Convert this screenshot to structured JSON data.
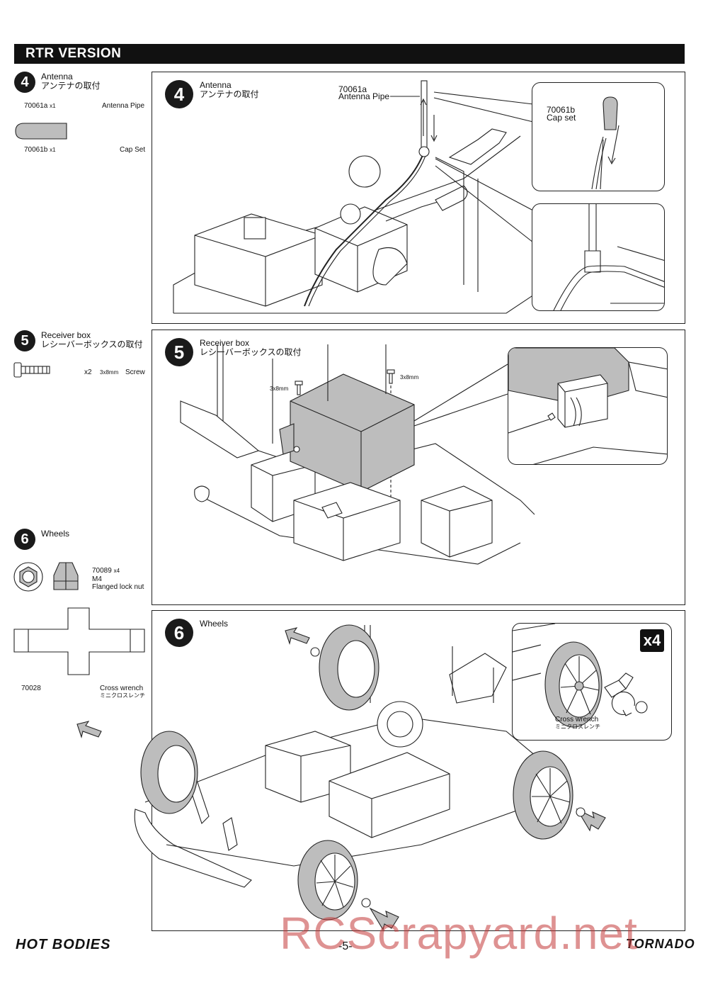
{
  "header": {
    "title": "RTR VERSION"
  },
  "steps": [
    {
      "number": "4",
      "title": "Antenna",
      "title_jp": "アンテナの取付",
      "parts": [
        {
          "code": "70061a",
          "qty": "x1",
          "name": "Antenna Pipe"
        },
        {
          "code": "70061b",
          "qty": "x1",
          "name": "Cap Set"
        }
      ],
      "callouts": {
        "pipe_code": "70061a",
        "pipe_name": "Antenna Pipe",
        "cap_code": "70061b",
        "cap_name": "Cap set"
      }
    },
    {
      "number": "5",
      "title": "Receiver box",
      "title_jp": "レシーバーボックスの取付",
      "parts": [
        {
          "qty": "x2",
          "size": "3x8mm",
          "name": "Screw"
        }
      ],
      "callouts": {
        "screw_size_left": "3x8mm",
        "screw_size_right": "3x8mm"
      }
    },
    {
      "number": "6",
      "title": "Wheels",
      "parts": [
        {
          "code": "70089",
          "qty": "x4",
          "spec": "M4",
          "name": "Flanged lock nut"
        },
        {
          "code": "70028",
          "name": "Cross wrench",
          "name_jp": "ミニクロスレンチ"
        }
      ],
      "callouts": {
        "multiplier": "x4",
        "tool_name": "Cross wrench",
        "tool_name_jp": "ミニクロスレンチ"
      }
    }
  ],
  "footer": {
    "brand_left": "HOT BODIES",
    "page_number": "-5-",
    "brand_right": "TORNADO",
    "watermark": "RCScrapyard.net"
  }
}
